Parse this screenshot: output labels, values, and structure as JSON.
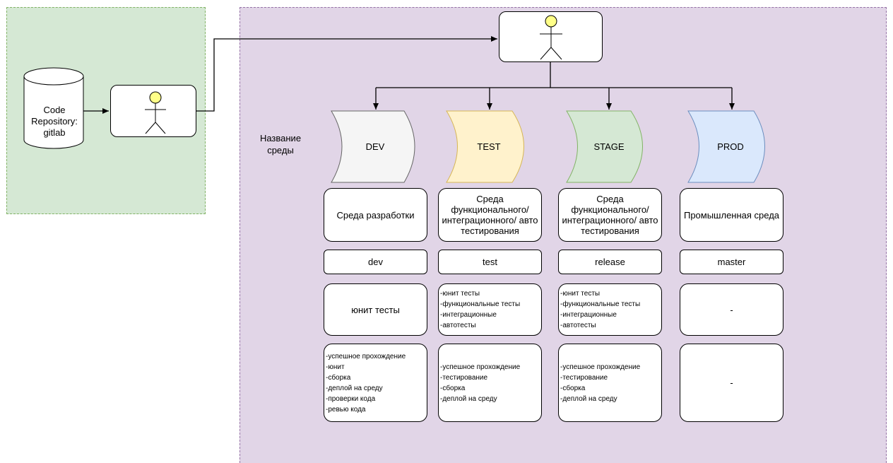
{
  "repository": {
    "label": "Code\nRepository:\ngitlab"
  },
  "env_name_caption": "Название\nсреды",
  "environments": [
    {
      "name": "DEV",
      "fill": "#f5f5f5",
      "stroke": "#666666",
      "description": "Среда разработки",
      "branch": "dev",
      "tests": [
        "юнит тесты"
      ],
      "promotion": [
        "-успешное прохождение",
        "-юнит",
        "-сборка",
        "-деплой на среду",
        "-проверки кода",
        "-ревью кода"
      ]
    },
    {
      "name": "TEST",
      "fill": "#fff2cc",
      "stroke": "#d6b656",
      "description": "Среда функционального/ интеграционного/ авто тестирования",
      "branch": "test",
      "tests": [
        "-юнит тесты",
        "-функциональные тесты",
        "-интеграционные",
        "-автотесты"
      ],
      "promotion": [
        "-успешное прохождение",
        "-тестирование",
        "-сборка",
        "-деплой на среду"
      ]
    },
    {
      "name": "STAGE",
      "fill": "#d5e8d4",
      "stroke": "#82b366",
      "description": "Среда функционального/ интеграционного/ авто тестирования",
      "branch": "release",
      "tests": [
        "-юнит тесты",
        "-функциональные тесты",
        "-интеграционные",
        "-автотесты"
      ],
      "promotion": [
        "-успешное прохождение",
        "-тестирование",
        "-сборка",
        "-деплой на среду"
      ]
    },
    {
      "name": "PROD",
      "fill": "#dae8fc",
      "stroke": "#6c8ebf",
      "description": "Промышленная среда",
      "branch": "master",
      "tests": [
        "-"
      ],
      "promotion": [
        "-"
      ]
    }
  ],
  "colors": {
    "repo_zone": "#d5e8d4",
    "env_zone": "#e1d5e7",
    "actor_head": "#ffff88"
  }
}
